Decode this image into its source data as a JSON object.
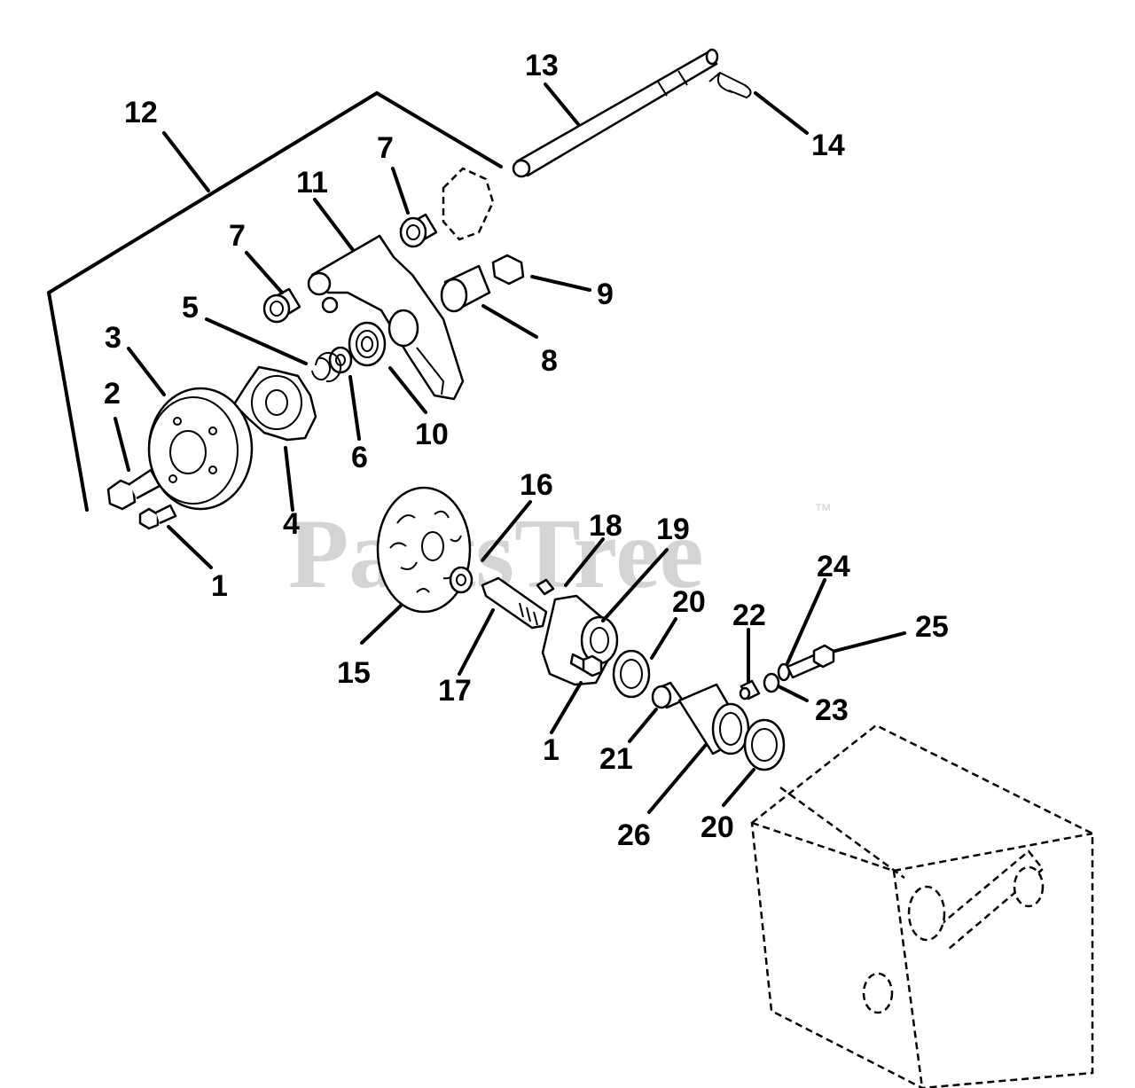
{
  "watermark": {
    "text": "PartsTree",
    "trademark": "™"
  },
  "callouts": [
    {
      "id": "c1a",
      "text": "1"
    },
    {
      "id": "c1b",
      "text": "1"
    },
    {
      "id": "c2",
      "text": "2"
    },
    {
      "id": "c3",
      "text": "3"
    },
    {
      "id": "c4",
      "text": "4"
    },
    {
      "id": "c5",
      "text": "5"
    },
    {
      "id": "c6",
      "text": "6"
    },
    {
      "id": "c7a",
      "text": "7"
    },
    {
      "id": "c7b",
      "text": "7"
    },
    {
      "id": "c8",
      "text": "8"
    },
    {
      "id": "c9",
      "text": "9"
    },
    {
      "id": "c10",
      "text": "10"
    },
    {
      "id": "c11",
      "text": "11"
    },
    {
      "id": "c12",
      "text": "12"
    },
    {
      "id": "c13",
      "text": "13"
    },
    {
      "id": "c14",
      "text": "14"
    },
    {
      "id": "c15",
      "text": "15"
    },
    {
      "id": "c16",
      "text": "16"
    },
    {
      "id": "c17",
      "text": "17"
    },
    {
      "id": "c18",
      "text": "18"
    },
    {
      "id": "c19",
      "text": "19"
    },
    {
      "id": "c20a",
      "text": "20"
    },
    {
      "id": "c20b",
      "text": "20"
    },
    {
      "id": "c21",
      "text": "21"
    },
    {
      "id": "c22",
      "text": "22"
    },
    {
      "id": "c23",
      "text": "23"
    },
    {
      "id": "c24",
      "text": "24"
    },
    {
      "id": "c25",
      "text": "25"
    },
    {
      "id": "c26",
      "text": "26"
    }
  ]
}
